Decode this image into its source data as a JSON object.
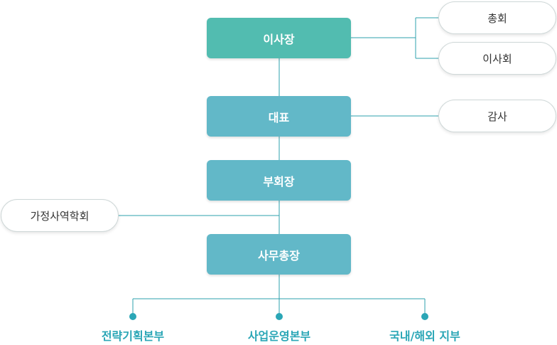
{
  "boxes": {
    "chairman": "이사장",
    "ceo": "대표",
    "vice_chair": "부회장",
    "secretary_general": "사무총장"
  },
  "side_pills": {
    "general_assembly": "총회",
    "board_of_directors": "이사회",
    "audit": "감사",
    "society": "가정사역학회"
  },
  "departments": [
    "전략기획본부",
    "사업운영본부",
    "국내/해외 지부"
  ],
  "colors": {
    "chairman_box": "#52bcb0",
    "box": "#62b8c8",
    "line": "#2ea0ac",
    "dot": "#2aa6b6",
    "department_text": "#2aa6b6"
  }
}
